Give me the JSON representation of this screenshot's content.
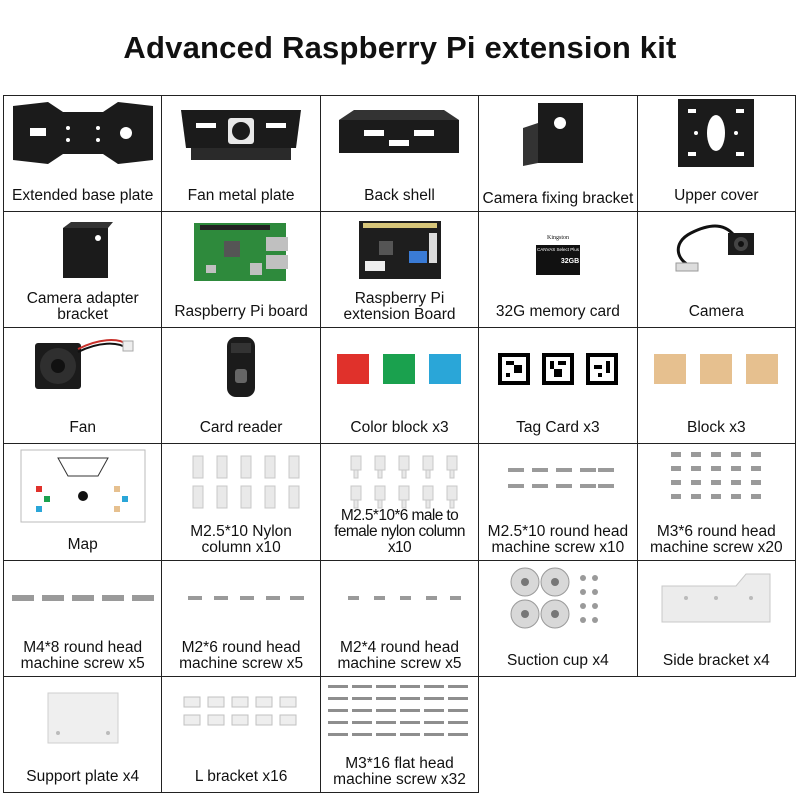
{
  "title": "Advanced Raspberry Pi extension kit",
  "items": [
    {
      "label": "Extended base plate"
    },
    {
      "label": "Fan metal plate"
    },
    {
      "label": "Back shell"
    },
    {
      "label": "Camera fixing bracket"
    },
    {
      "label": "Upper cover"
    },
    {
      "label": "Camera adapter bracket"
    },
    {
      "label": "Raspberry Pi board"
    },
    {
      "label": "Raspberry Pi extension Board"
    },
    {
      "label": "32G memory card"
    },
    {
      "label": "Camera"
    },
    {
      "label": "Fan"
    },
    {
      "label": "Card reader"
    },
    {
      "label": "Color block x3"
    },
    {
      "label": "Tag Card x3"
    },
    {
      "label": "Block x3"
    },
    {
      "label": "Map"
    },
    {
      "label": "M2.5*10 Nylon column x10"
    },
    {
      "label": "M2.5*10*6 male to female nylon column x10"
    },
    {
      "label": "M2.5*10 round head machine screw x10"
    },
    {
      "label": "M3*6 round head machine screw x20"
    },
    {
      "label": "M4*8 round head machine screw x5"
    },
    {
      "label": "M2*6 round head machine screw x5"
    },
    {
      "label": "M2*4 round head machine screw x5"
    },
    {
      "label": "Suction cup x4"
    },
    {
      "label": "Side bracket x4"
    },
    {
      "label": "Support plate x4"
    },
    {
      "label": "L bracket x16"
    },
    {
      "label": "M3*16 flat head machine screw x32"
    }
  ],
  "memory_card": {
    "brand": "Kingston",
    "text": "CANVAS Select Plus",
    "size": "32GB"
  },
  "colors": {
    "red": "#e0312b",
    "green": "#1aa14e",
    "blue": "#2aa6d8",
    "block": "#e6c08f",
    "metal": "#9a9a9a",
    "dark": "#1b1b1b"
  }
}
